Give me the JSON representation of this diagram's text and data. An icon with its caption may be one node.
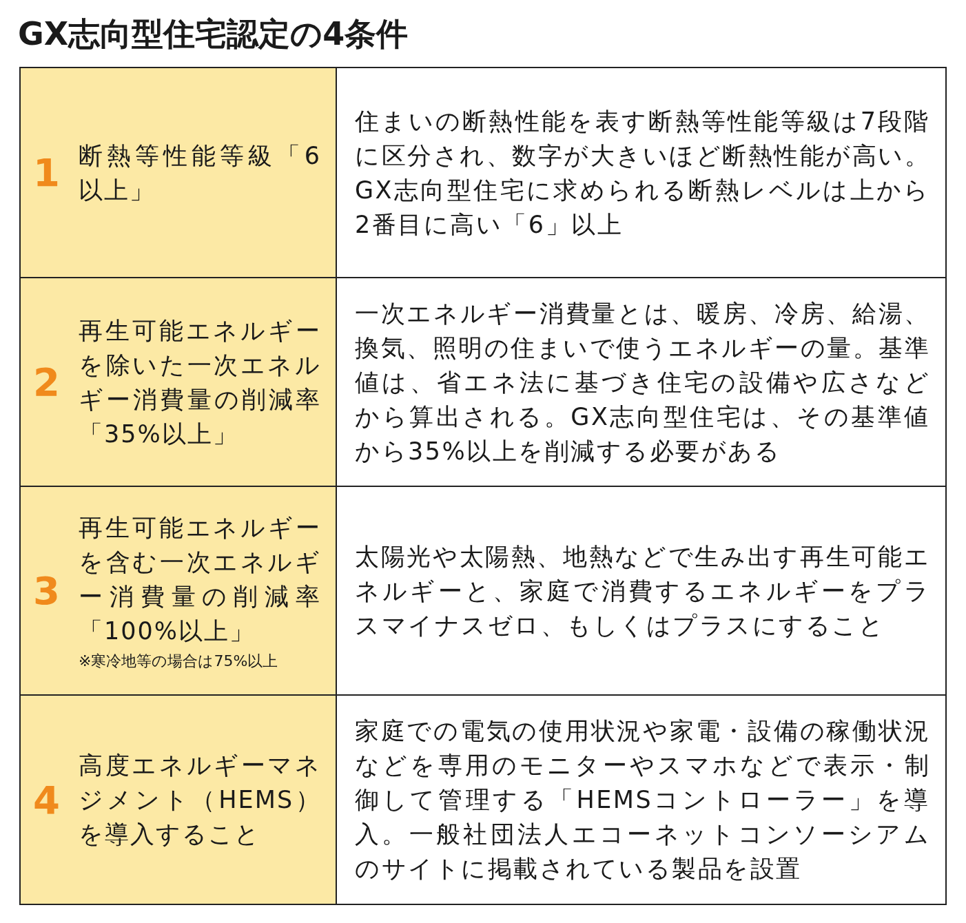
{
  "diagram": {
    "title": "GX志向型住宅認定の4条件",
    "labels": [
      "1",
      "断熱等性能等級「6以上」",
      "住まいの断熱性能を表す断熱等性能等級は7段階に区分され、数字が大きいほど断熱性能が高い。GX志向型住宅に求められる断熱レベルは上から2番目に高い「6」以上",
      "2",
      "再生可能エネルギーを除いた一次エネルギー消費量の削減率「35%以上」",
      "一次エネルギー消費量とは、暖房、冷房、給湯、換気、照明の住まいで使うエネルギーの量。基準値は、省エネ法に基づき住宅の設備や広さなどから算出される。GX志向型住宅は、その基準値から35%以上を削減する必要がある",
      "3",
      "再生可能エネルギーを含む一次エネルギー消費量の削減率「100%以上」",
      "※寒冷地等の場合は75%以上",
      "太陽光や太陽熱、地熱などで生み出す再生可能エネルギーと、家庭で消費するエネルギーをプラスマイナスゼロ、もしくはプラスにすること",
      "4",
      "高度エネルギーマネジメント（HEMS）を導入すること",
      "家庭での電気の使用状況や家電・設備の稼働状況などを専用のモニターやスマホなどで表示・制御して管理する「HEMSコントローラー」を導入。一般社団法人エコーネットコンソーシアムのサイトに掲載されている製品を設置"
    ]
  }
}
